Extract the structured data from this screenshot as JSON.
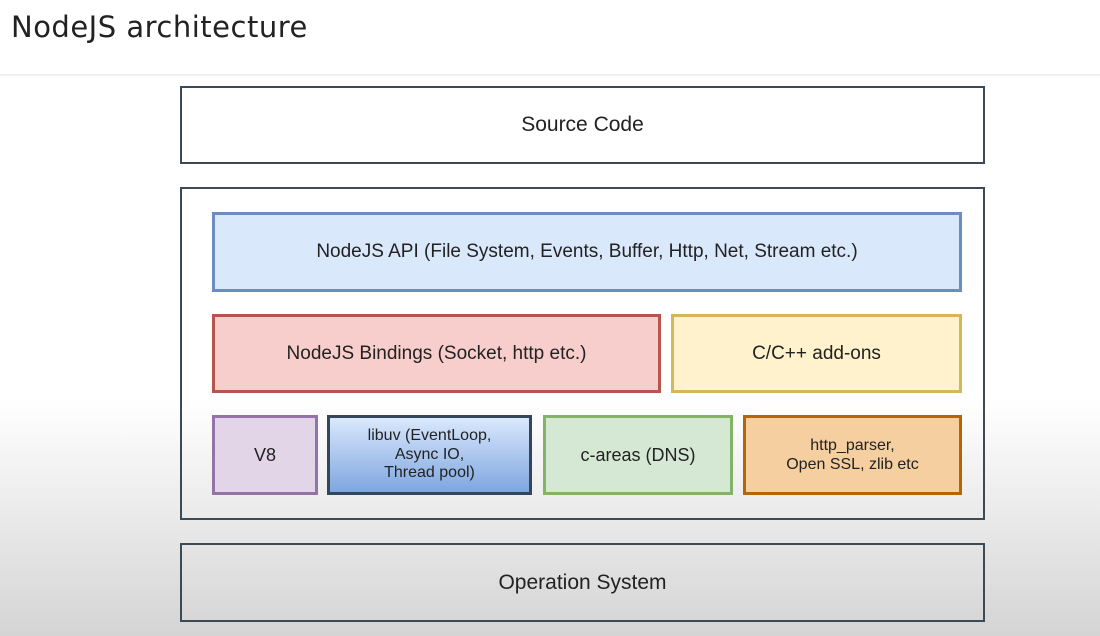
{
  "page": {
    "title": "NodeJS architecture"
  },
  "diagram": {
    "source_code": "Source Code",
    "nodejs_api": "NodeJS API (File System, Events, Buffer, Http, Net, Stream etc.)",
    "bindings": "NodeJS Bindings (Socket, http etc.)",
    "addons": "C/C++ add-ons",
    "v8": "V8",
    "libuv": [
      "libuv (EventLoop,",
      "Async IO,",
      "Thread pool)"
    ],
    "c_areas": "c-areas (DNS)",
    "http_parser": [
      "http_parser,",
      "Open SSL, zlib etc"
    ],
    "operation_system": "Operation System"
  },
  "colors": {
    "api_fill": "#dae8fc",
    "api_border": "#6c8ebf",
    "bindings_fill": "#f8cecc",
    "bindings_border": "#b85450",
    "addons_fill": "#fff2cc",
    "addons_border": "#d6b656",
    "v8_fill": "#e1d5e7",
    "v8_border": "#9673a6",
    "libuv_fill": "#7ea6e0",
    "libuv_border": "#36465a",
    "careas_fill": "#d5e8d4",
    "careas_border": "#82b366",
    "httpparser_fill": "#f5cfa0",
    "httpparser_border": "#b46504"
  }
}
